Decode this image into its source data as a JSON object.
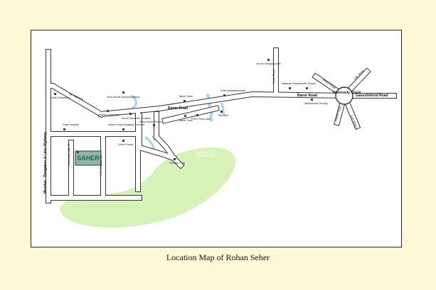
{
  "caption": "Location Map of Rohan Seher",
  "roads": {
    "highway": "Mumbai - Bangalore 4 Lane Highway",
    "sb_highway": "SB Highway",
    "baner_road_1": "Baner Road",
    "baner_road_2": "Baner Road",
    "ganeshkhind_road": "Ganeshkhind Road",
    "university_circle": "University Circle",
    "kurla_road": "Kurla Road",
    "ithaca_road": "Ithaca Road",
    "sb_road": "S.B. Road",
    "aundh_road": "Aundh Road",
    "pashan_road": "S.B. Road",
    "local_1": "Balewadi High St",
    "local_2": "NIBM Road",
    "local_3": "N.S. Phadke Rd"
  },
  "places": {
    "hotel_sadanand": "Hotel Sadanand",
    "hero_honda": "Hero Honda Services Station",
    "avanta": "Avanta Computers",
    "shock_sunshine": "Shock Sunshine Complex",
    "baner_gaon_top": "Baner Gaon",
    "baner_gaon_bottom": "Baner Gaon",
    "hotel_mahabaleshwar": "Hotel Mahabaleshwar",
    "prime_rose": "Prime Rose Mall",
    "mall_icon": "Mall icon",
    "ozone_mall": "Ozone Shopping Mall",
    "national_society": "National Society",
    "sindh_society": "Sindh Society",
    "abhimanshri": "Abhimanshri Society",
    "datar_hospital": "Datar Hospital",
    "vasant_vihar": "Vasant Vihar Bungalow Scheme",
    "shree_dutta": "Shree Dutta Temple",
    "green_house": "Green House",
    "pancard_club": "Pancard Club",
    "saher": "SAHER"
  },
  "watermark": "Vara",
  "colors": {
    "background": "#fdf8d6",
    "road_fill": "#ffffff",
    "road_outline": "#333333",
    "green_area": "#d6f2b6",
    "water": "#9fd9e6",
    "building": "#8fb5a7",
    "marker": "#2b3a8c"
  }
}
